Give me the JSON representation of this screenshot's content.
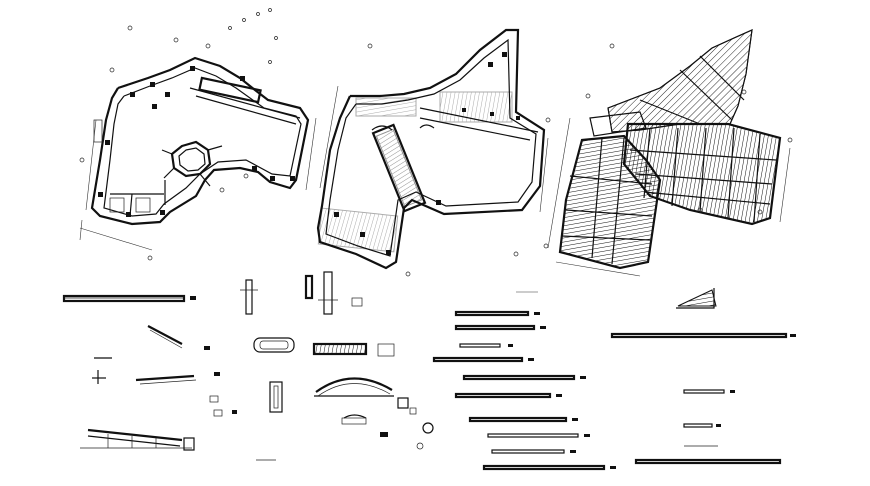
{
  "drawing": {
    "background": "#ffffff",
    "line_color": "#111111",
    "views": [
      "ground-floor-plan",
      "first-floor-plan",
      "roof-plan",
      "construction-details"
    ],
    "labels": {
      "roof_detail_caption": "",
      "bottom_caption": ""
    }
  }
}
